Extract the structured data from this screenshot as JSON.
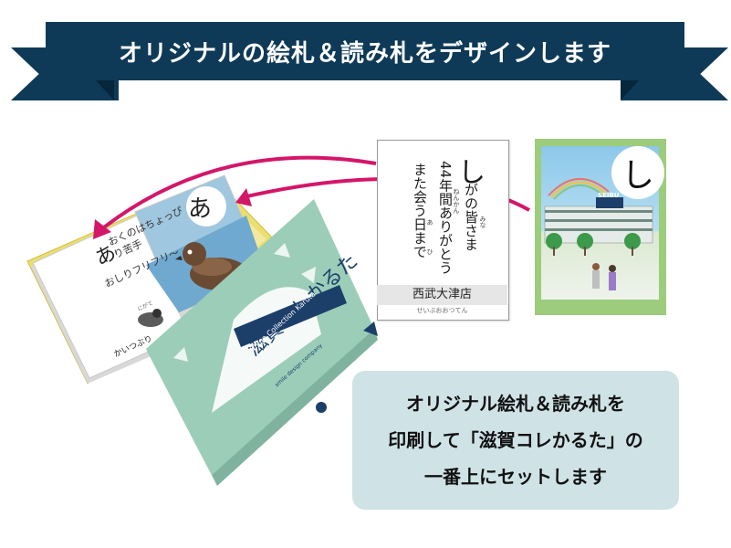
{
  "banner": {
    "title": "オリジナルの絵札＆読み札をデザインします"
  },
  "yomifuda": {
    "kana": "し",
    "line1": "がの皆さま",
    "line2": "44年間ありがとう",
    "line3": "また会う日まで",
    "ruby_mina": "みな",
    "ruby_nenkan": "ねんかん",
    "ruby_a": "あ",
    "ruby_hi": "ひ",
    "store": "西武大津店",
    "store_ruby": "せいぶおおつてん"
  },
  "efuda": {
    "kana": "し",
    "store_sign": "SEIBU"
  },
  "box_left_card": {
    "kana": "あ",
    "line1": "おくのはちょっぴり苦手",
    "line2": "おしりフリフリ～",
    "name": "かいつぶり",
    "ruby": "にがて"
  },
  "box_mid_card": {
    "kana": "あ"
  },
  "product_box": {
    "title": "滋賀コレかるた",
    "subtitle": "Shiga Collection Karuta",
    "brand": "smile design company"
  },
  "info": {
    "line1": "オリジナル絵札＆読み札を",
    "line2": "印刷して「滋賀コレかるた」の",
    "line3": "一番上にセットします"
  },
  "colors": {
    "banner": "#0e3a57",
    "arrow": "#d4166a",
    "box": "#a6d3c0",
    "info_bg": "#cfe2e6"
  }
}
